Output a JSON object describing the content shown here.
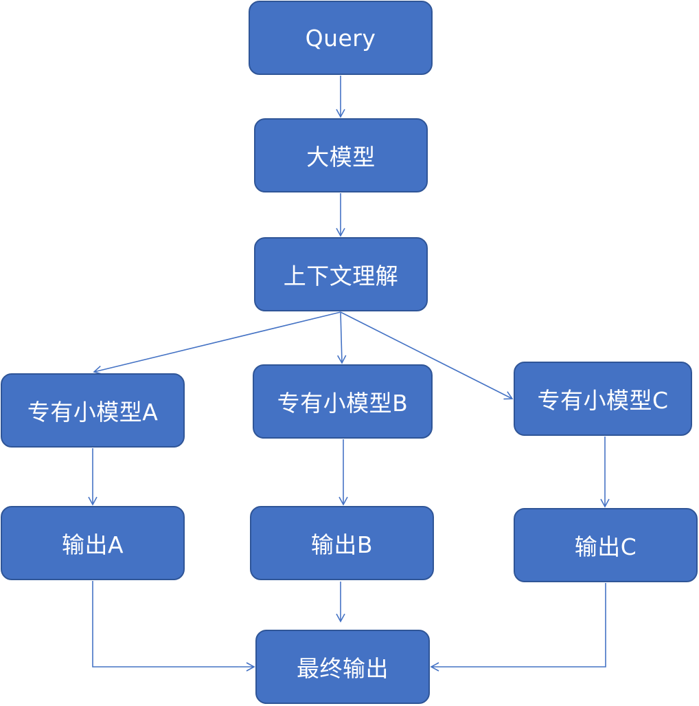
{
  "diagram": {
    "nodes": {
      "query": "Query",
      "llm": "大模型",
      "context": "上下文理解",
      "small_a": "专有小模型A",
      "small_b": "专有小模型B",
      "small_c": "专有小模型C",
      "out_a": "输出A",
      "out_b": "输出B",
      "out_c": "输出C",
      "final": "最终输出"
    },
    "colors": {
      "node_fill": "#4472c4",
      "node_border": "#2f5597",
      "node_text": "#ffffff",
      "connector": "#4472c4"
    }
  }
}
